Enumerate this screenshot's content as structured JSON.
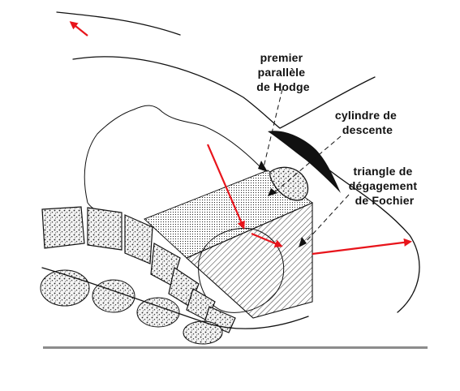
{
  "labels": {
    "hodge": [
      "premier",
      "parallèle",
      "de Hodge"
    ],
    "cylinder": [
      "cylindre de",
      "descente"
    ],
    "triangle": [
      "triangle de",
      "dégagement",
      "de Fochier"
    ]
  },
  "colors": {
    "arrow": "#e8141b",
    "line": "#111111",
    "bone_fill": "#f2f2f2",
    "ground": "#8c8c8c"
  }
}
